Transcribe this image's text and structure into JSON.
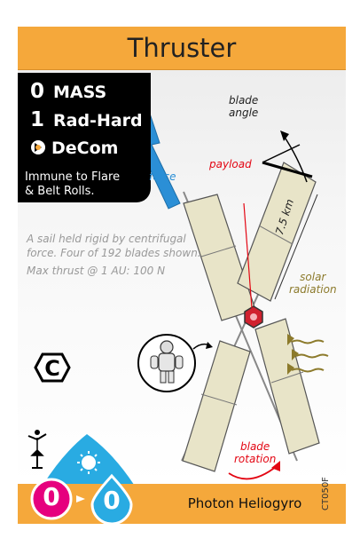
{
  "card": {
    "title": "Thruster",
    "stats": [
      {
        "value": "0",
        "label": "MASS"
      },
      {
        "value": "1",
        "label": "Rad-Hard"
      }
    ],
    "decom_label": "DeCom",
    "ability_text": [
      "Immune to Flare",
      "& Belt Rolls."
    ],
    "notes": [
      "A sail held rigid by centrifugal",
      "force. Four of 192  blades shown.",
      "Max thrust @ 1 AU: 100 N"
    ],
    "diagram_labels": {
      "blade_angle": [
        "blade",
        "angle"
      ],
      "force": "force",
      "payload": "payload",
      "length": "7.5 km",
      "solar_radiation": [
        "solar",
        "radiation"
      ],
      "blade_rotation": [
        "blade",
        "rotation"
      ]
    },
    "type_symbol": "C",
    "fuel": {
      "left": "0",
      "right": "0"
    },
    "subtitle": "Photon Heliogyro",
    "card_code": "CT050F"
  },
  "colors": {
    "title_bar": "#f5a83b",
    "stat_box": "#000000",
    "fuel_drop": "#29abe2",
    "fuel_pink": "#e6007e",
    "force_arrow": "#2b8fd6",
    "payload_red": "#e30613",
    "radiation_olive": "#8c7a2b"
  },
  "icons": [
    "decom-icon",
    "thrust-type-hex-icon",
    "dancer-icon",
    "sun-icon",
    "astronaut-icon"
  ]
}
